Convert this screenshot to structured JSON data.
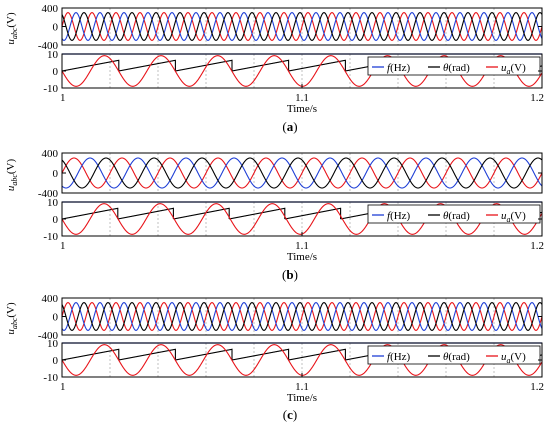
{
  "colors": {
    "f": "#1f3fd6",
    "theta": "#000000",
    "ua": "#e8141a",
    "a": "#e8141a",
    "b": "#1f3fd6",
    "c": "#000000",
    "grid": "#9a9a9a"
  },
  "chart_data": [
    {
      "type": "line",
      "caption_open": "(",
      "caption_letter": "a",
      "caption_close": ")",
      "xlabel": "Time/s",
      "xlim": [
        1,
        1.2
      ],
      "xticks": [
        "1",
        "1.1",
        "1.2"
      ],
      "top": {
        "ylabel": "u",
        "ylabel_sub": "abc",
        "ylabel_unit": "(V)",
        "ylim": [
          -400,
          400
        ],
        "yticks": [
          "400",
          "0",
          "-400"
        ],
        "series": [
          {
            "key": "a",
            "amplitude": 300,
            "frequency_hz": 100,
            "phase_deg": 0
          },
          {
            "key": "b",
            "amplitude": 300,
            "frequency_hz": 100,
            "phase_deg": -120
          },
          {
            "key": "c",
            "amplitude": 300,
            "frequency_hz": 100,
            "phase_deg": 120
          }
        ]
      },
      "bottom": {
        "ylim": [
          -10,
          10
        ],
        "yticks": [
          "10",
          "0",
          "-10"
        ],
        "f_value": 10,
        "theta_period_s": 0.0236,
        "theta_max": 6.28,
        "ua_amplitude": 9,
        "ua_frequency_hz": 42.4,
        "legend": [
          {
            "key": "f",
            "italic": "f",
            "rest": "(Hz)"
          },
          {
            "key": "theta",
            "italic": "θ",
            "rest": "(rad)"
          },
          {
            "key": "ua",
            "italic": "u",
            "sub": "a",
            "rest": "(V)"
          }
        ]
      }
    },
    {
      "type": "line",
      "caption_open": "(",
      "caption_letter": "b",
      "caption_close": ")",
      "xlabel": "Time/s",
      "xlim": [
        1,
        1.2
      ],
      "xticks": [
        "1",
        "1.1",
        "1.2"
      ],
      "top": {
        "ylabel": "u",
        "ylabel_sub": "abc",
        "ylabel_unit": "(V)",
        "ylim": [
          -400,
          400
        ],
        "yticks": [
          "400",
          "0",
          "-400"
        ],
        "series": [
          {
            "key": "a",
            "amplitude": 300,
            "frequency_hz": 50,
            "phase_deg": 0
          },
          {
            "key": "b",
            "amplitude": 300,
            "frequency_hz": 50,
            "phase_deg": -120
          },
          {
            "key": "c",
            "amplitude": 300,
            "frequency_hz": 50,
            "phase_deg": 120
          }
        ]
      },
      "bottom": {
        "ylim": [
          -10,
          10
        ],
        "yticks": [
          "10",
          "0",
          "-10"
        ],
        "f_value": 10,
        "theta_period_s": 0.0232,
        "theta_max": 6.28,
        "ua_amplitude": 9,
        "ua_frequency_hz": 42.8,
        "legend": [
          {
            "key": "f",
            "italic": "f",
            "rest": "(Hz)"
          },
          {
            "key": "theta",
            "italic": "θ",
            "rest": "(rad)"
          },
          {
            "key": "ua",
            "italic": "u",
            "sub": "a",
            "rest": "(V)"
          }
        ]
      }
    },
    {
      "type": "line",
      "caption_open": "(",
      "caption_letter": "c",
      "caption_close": ")",
      "xlabel": "Time/s",
      "xlim": [
        1,
        1.2
      ],
      "xticks": [
        "1",
        "1.1",
        "1.2"
      ],
      "top": {
        "ylabel": "u",
        "ylabel_sub": "abc",
        "ylabel_unit": "(V)",
        "ylim": [
          -400,
          400
        ],
        "yticks": [
          "400",
          "0",
          "-400"
        ],
        "series": [
          {
            "key": "a",
            "amplitude": 300,
            "frequency_hz": 100,
            "phase_deg": 0
          },
          {
            "key": "b",
            "amplitude": 300,
            "frequency_hz": 100,
            "phase_deg": -120
          },
          {
            "key": "c",
            "amplitude": 300,
            "frequency_hz": 100,
            "phase_deg": 120
          }
        ]
      },
      "bottom": {
        "ylim": [
          -10,
          10
        ],
        "yticks": [
          "10",
          "0",
          "-10"
        ],
        "f_value": 10,
        "theta_period_s": 0.0236,
        "theta_max": 6.28,
        "ua_amplitude": 9,
        "ua_frequency_hz": 42.4,
        "legend": [
          {
            "key": "f",
            "italic": "f",
            "rest": "(Hz)"
          },
          {
            "key": "theta",
            "italic": "θ",
            "rest": "(rad)"
          },
          {
            "key": "ua",
            "italic": "u",
            "sub": "a",
            "rest": "(V)"
          }
        ]
      }
    }
  ]
}
